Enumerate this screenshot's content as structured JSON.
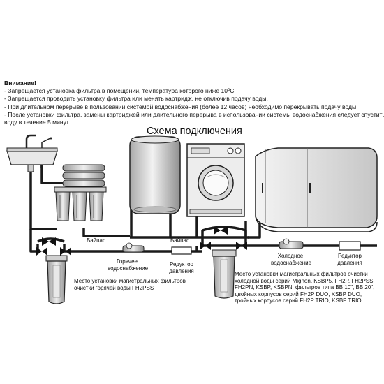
{
  "warning": {
    "title": "Внимание!",
    "lines": [
      "- Запрещается установка фильтра в помещении, температура которого ниже 10ºС!",
      "- Запрещается проводить установку фильтра или менять картридж, не отключив подачу воды.",
      "- При длительном перерыве в пользовании системой водоснабжения (более 12 часов) необходимо перекрывать подачу воды.",
      "- После установки фильтра, замены картриджей или длительного перерыва в использовании системы водоснабжения следует спустить",
      "воду в течение 5 минут."
    ]
  },
  "diagram": {
    "title": "Схема подключения",
    "bypass_left": "Байпас",
    "bypass_right": "Байпас",
    "hot_water": [
      "Горячее",
      "водоснабжение"
    ],
    "pressure_reducer_left": [
      "Редуктор",
      "давления"
    ],
    "cold_water": [
      "Холодное",
      "водоснабжение"
    ],
    "pressure_reducer_right": [
      "Редуктор",
      "давления"
    ],
    "hot_filter_place": [
      "Место установки магистральных фильтров",
      "очистки горячей воды FH2PSS"
    ],
    "cold_filter_place": [
      "Место установки магистральных фильтров очистки",
      "холодной воды серий Mignon, KSBP5, FH2P, FH2PSS,",
      "FH2PN, KSBP, KSBPN, фильтров типа BB 10\", BB 20\",",
      "двойных корпусов серий FH2P DUO, KSBP DUO,",
      "тройных корпусов серий FH2P TRIO, KSBP TRIO"
    ]
  }
}
